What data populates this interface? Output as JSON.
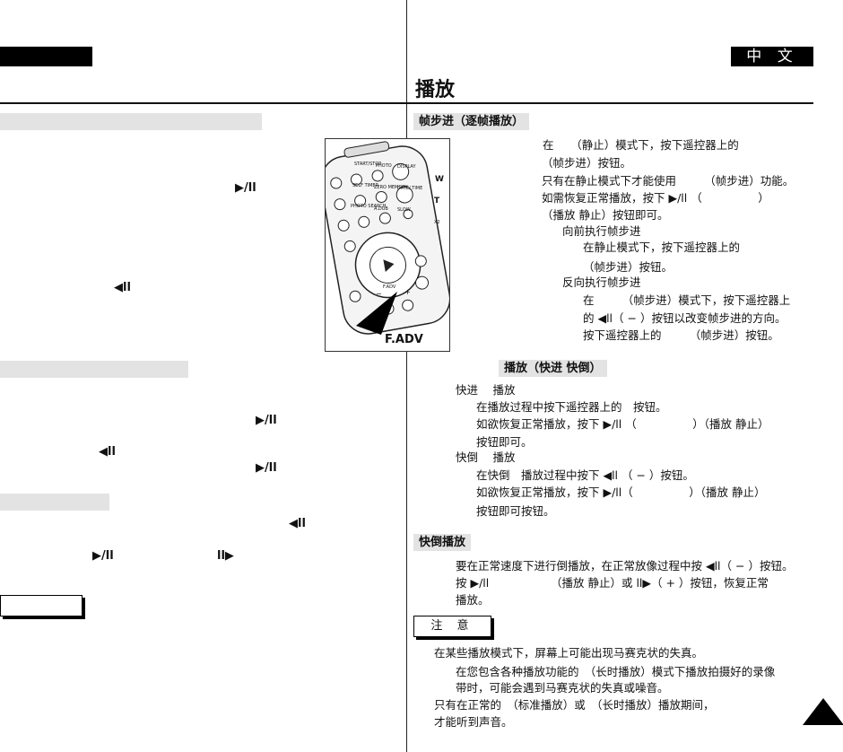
{
  "header": {
    "lang_label": "中 文",
    "page_title": "播放"
  },
  "left": {
    "symbols": {
      "play_still_1": "▶/ll",
      "back_1": "◀ll",
      "play_still_2": "▶/ll",
      "back_2": "◀ll",
      "play_still_3": "▶/ll",
      "back_3": "◀ll",
      "play_still_4": "▶/ll",
      "fwd_1": "ll▶"
    }
  },
  "remote": {
    "buttons_row1": [
      "START/STOP",
      "PHOTO",
      "DISPLAY"
    ],
    "buttons_row2": [
      "SELF TIMER",
      "ZERO MEMORY",
      "DATE/ TIME"
    ],
    "buttons_row3": [
      "PHOTO SEARCH",
      "A.DUB",
      "SLOW"
    ],
    "label_w": "W",
    "label_t": "T",
    "label_x2": "X2",
    "label_fadv_small": "F.ADV",
    "label_plus": "+",
    "label_minus": "−",
    "caption": "F.ADV"
  },
  "frame_advance": {
    "heading": "帧步进（逐帧播放）",
    "lines": [
      "在　　（静止）模式下，按下遥控器上的",
      "（帧步进）按钮。",
      "只有在静止模式下才能使用　　　（帧步进）功能。",
      "如需恢复正常播放，按下 ▶/ll （　　　　　）",
      "（播放 静止）按钮即可。",
      "向前执行帧步进",
      "在静止模式下，按下遥控器上的",
      "（帧步进）按钮。",
      "反向执行帧步进",
      "在　　　（帧步进）模式下，按下遥控器上",
      "的 ◀ll（ − ）按钮以改变帧步进的方向。",
      "按下遥控器上的　　　（帧步进）按钮。"
    ]
  },
  "ff_rew": {
    "heading": "播放（快进 快倒）",
    "lines": [
      "快进　 播放",
      "在播放过程中按下遥控器上的　按钮。",
      "如欲恢复正常播放，按下 ▶/ll （　　　　　）（播放 静止）",
      "按钮即可。",
      "快倒　 播放",
      "在快倒　播放过程中按下 ◀ll （ − ）按钮。",
      "如欲恢复正常播放，按下 ▶/ll（　　　　　）（播放 静止）",
      "按钮即可按钮。"
    ]
  },
  "reverse": {
    "heading": "快倒播放",
    "lines": [
      "要在正常速度下进行倒播放，在正常放像过程中按 ◀ll（ − ）按钮。",
      "按 ▶/ll　　　　　　（播放 静止）或 ll▶（ + ）按钮，恢复正常",
      "播放。"
    ]
  },
  "note": {
    "label": "注 意",
    "lines": [
      "在某些播放模式下，屏幕上可能出现马赛克状的失真。",
      "在您包含各种播放功能的　（长时播放）模式下播放拍摄好的录像",
      "带时，可能会遇到马赛克状的失真或噪音。",
      "只有在正常的　（标准播放）或　（长时播放）播放期间，",
      "才能听到声音。"
    ]
  }
}
